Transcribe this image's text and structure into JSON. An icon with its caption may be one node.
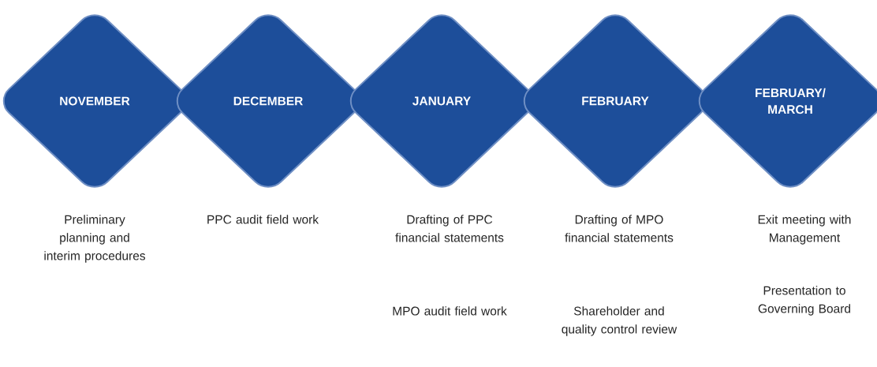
{
  "diagram": {
    "nodes": [
      {
        "text": [
          "NOVEMBER"
        ],
        "beside": [
          "Preliminary planning and interim procedures"
        ]
      },
      {
        "text": [
          "DECEMBER"
        ],
        "beside": [
          "PPC audit field work"
        ]
      },
      {
        "text": [
          "JANUARY"
        ],
        "beside": [
          "Drafting of PPC financial statements"
        ]
      },
      {
        "text": [
          "FEBRUARY"
        ],
        "beside": [
          "Drafting of MPO financial statements"
        ]
      },
      {
        "text": [
          "FEBRUARY/ MARCH"
        ],
        "beside": [
          "Exit meeting with Management"
        ]
      }
    ],
    "labels": [
      "MPO audit field work",
      "Shareholder and quality control review",
      "Presentation to Governing Board"
    ]
  }
}
